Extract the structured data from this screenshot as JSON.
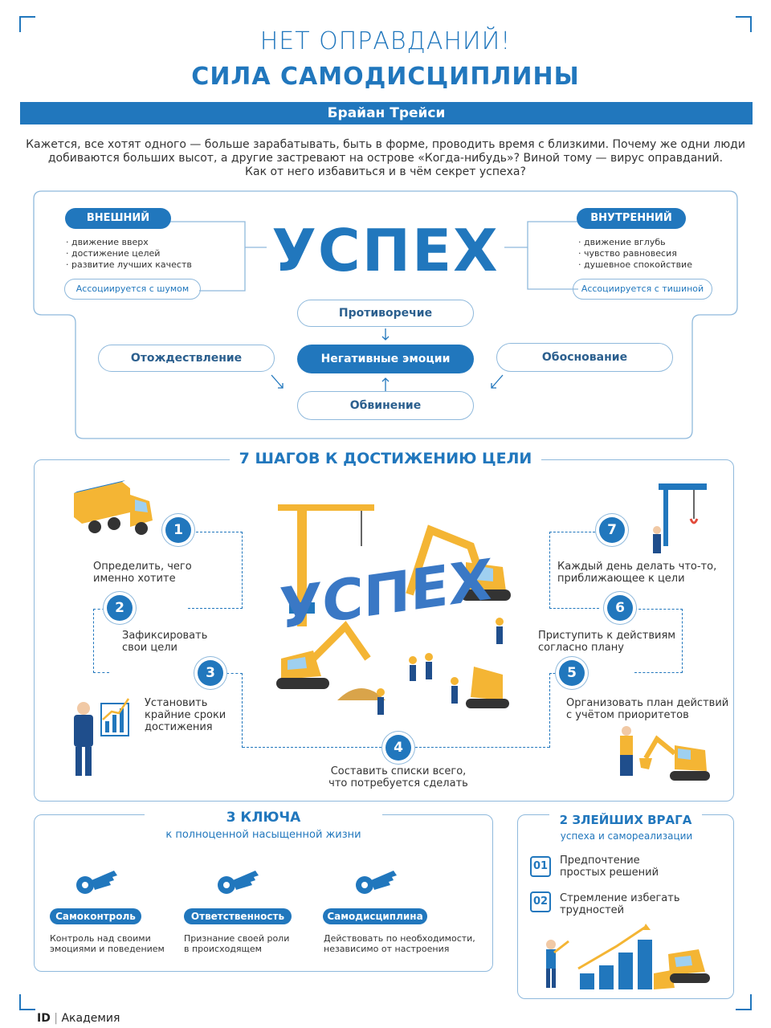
{
  "header": {
    "title_line1": "НЕТ ОПРАВДАНИЙ!",
    "title_line2": "СИЛА САМОДИСЦИПЛИНЫ",
    "author": "Брайан Трейси",
    "intro_line1": "Кажется, все хотят одного — больше зарабатывать, быть в форме, проводить время с близкими. Почему же одни люди",
    "intro_line2": "добиваются больших высот, а другие застревают на острове «Когда-нибудь»? Виной тому — вирус оправданий.",
    "intro_line3": "Как от него избавиться и в чём секрет успеха?"
  },
  "success": {
    "word": "УСПЕХ",
    "external": {
      "label": "ВНЕШНИЙ",
      "items": [
        "движение вверх",
        "достижение целей",
        "развитие лучших качеств"
      ],
      "assoc": "Ассоциируется с шумом"
    },
    "internal": {
      "label": "ВНУТРЕННИЙ",
      "items": [
        "движение вглубь",
        "чувство равновесия",
        "душевное спокойствие"
      ],
      "assoc": "Ассоциируется с тишиной"
    },
    "excuses": {
      "top": "Противоречие",
      "left": "Отождествление",
      "center": "Негативные эмоции",
      "right": "Обоснование",
      "bottom": "Обвинение"
    }
  },
  "steps": {
    "title": "7 ШАГОВ К ДОСТИЖЕНИЮ ЦЕЛИ",
    "center_word": "УСПЕХ",
    "items": [
      {
        "num": "1",
        "line1": "Определить, чего",
        "line2": "именно хотите",
        "line3": ""
      },
      {
        "num": "2",
        "line1": "Зафиксировать",
        "line2": "свои цели",
        "line3": ""
      },
      {
        "num": "3",
        "line1": "Установить",
        "line2": "крайние сроки",
        "line3": "достижения"
      },
      {
        "num": "4",
        "line1": "Составить списки всего,",
        "line2": "что потребуется сделать",
        "line3": ""
      },
      {
        "num": "5",
        "line1": "Организовать план действий",
        "line2": "с учётом приоритетов",
        "line3": ""
      },
      {
        "num": "6",
        "line1": "Приступить к действиям",
        "line2": "согласно плану",
        "line3": ""
      },
      {
        "num": "7",
        "line1": "Каждый день делать что-то,",
        "line2": "приближающее к цели",
        "line3": ""
      }
    ]
  },
  "keys": {
    "title": "3 КЛЮЧА",
    "subtitle": "к полноценной насыщенной жизни",
    "items": [
      {
        "label": "Самоконтроль",
        "line1": "Контроль над своими",
        "line2": "эмоциями и поведением"
      },
      {
        "label": "Ответственность",
        "line1": "Признание своей роли",
        "line2": "в происходящем"
      },
      {
        "label": "Самодисциплина",
        "line1": "Действовать по необходимости,",
        "line2": "независимо от настроения"
      }
    ]
  },
  "enemies": {
    "title": "2 ЗЛЕЙШИХ ВРАГА",
    "subtitle": "успеха и самореализации",
    "items": [
      {
        "num": "01",
        "line1": "Предпочтение",
        "line2": "простых решений"
      },
      {
        "num": "02",
        "line1": "Стремление избегать",
        "line2": "трудностей"
      }
    ]
  },
  "footer": {
    "logo_mark": "ID",
    "logo_text": "Академия"
  },
  "colors": {
    "primary": "#2177bd",
    "line": "#8fb9dc",
    "accent_yellow": "#f4b534"
  }
}
